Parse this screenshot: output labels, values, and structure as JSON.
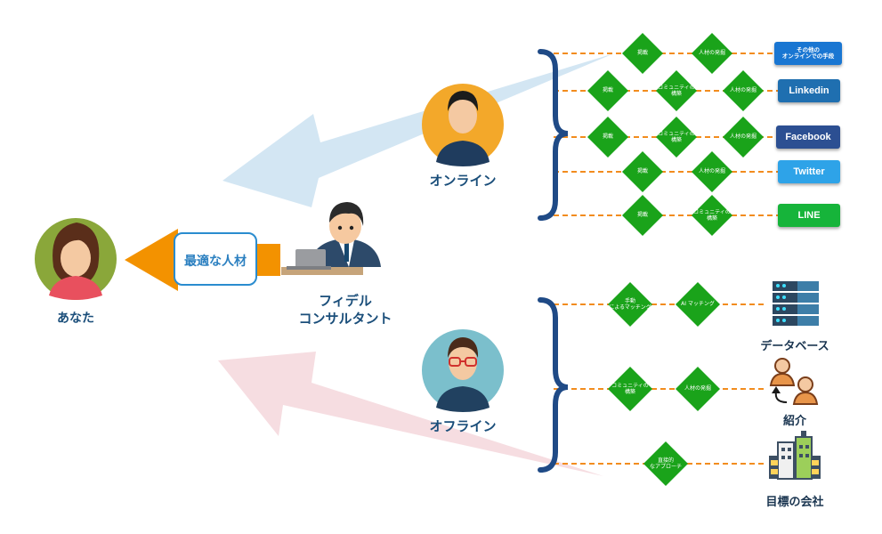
{
  "you_label": "あなた",
  "best_talent_label": "最適な人材",
  "consultant_label_line1": "フィデル",
  "consultant_label_line2": "コンサルタント",
  "online_label": "オンライン",
  "offline_label": "オフライン",
  "online_channels": [
    {
      "platform": "その他の\nオンラインでの手段",
      "color": "#1976d2",
      "steps": [
        "掲載",
        "人材の発掘"
      ]
    },
    {
      "platform": "Linkedin",
      "color": "#1f6fb0",
      "steps": [
        "掲載",
        "コミュニティの\n構築",
        "人材の発掘"
      ]
    },
    {
      "platform": "Facebook",
      "color": "#2c4f92",
      "steps": [
        "掲載",
        "コミュニティの\n構築",
        "人材の発掘"
      ]
    },
    {
      "platform": "Twitter",
      "color": "#2ea3e8",
      "steps": [
        "掲載",
        "人材の発掘"
      ]
    },
    {
      "platform": "LINE",
      "color": "#16b43a",
      "steps": [
        "掲載",
        "コミュニティの\n構築"
      ]
    }
  ],
  "offline_channels": [
    {
      "target": "データベース",
      "icon": "database-icon",
      "steps": [
        "手動\nによるマッチング",
        "AI マッチング"
      ]
    },
    {
      "target": "紹介",
      "icon": "referral-people-icon",
      "steps": [
        "コミュニティの\n構築",
        "人材の発掘"
      ]
    },
    {
      "target": "目標の会社",
      "icon": "company-building-icon",
      "steps": [
        "直接的\nなアプローチ"
      ]
    }
  ],
  "colors": {
    "diamond": "#1aa31a",
    "dash": "#f28c1e",
    "brace": "#1f4a86",
    "online_arrow": "#d3e6f3",
    "offline_arrow": "#f6dde1",
    "orange_arrow": "#f39200",
    "label": "#1a4e7a"
  }
}
